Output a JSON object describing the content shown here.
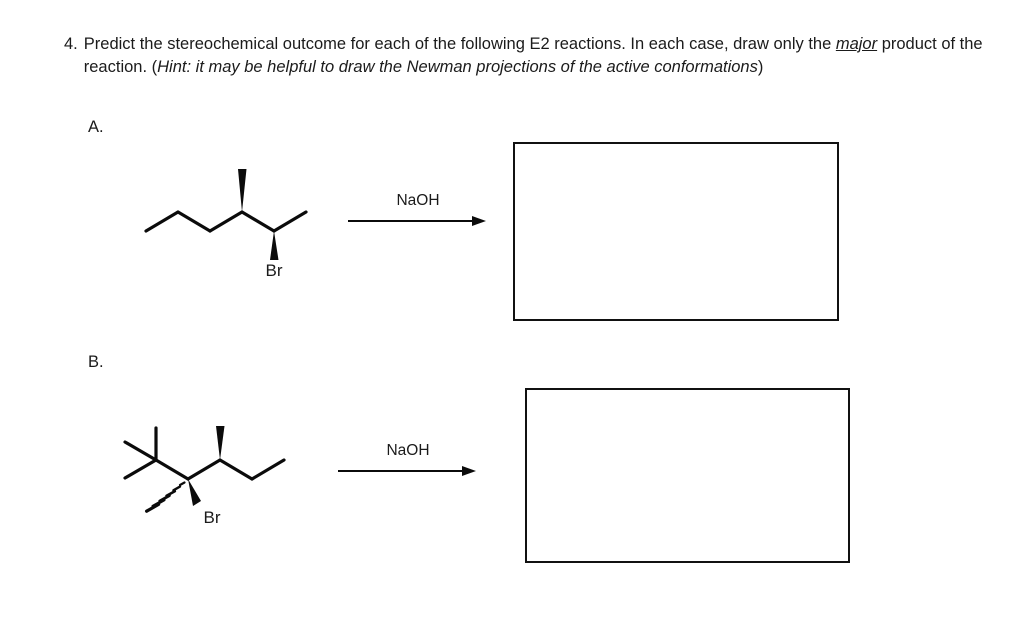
{
  "document": {
    "type": "organic-chemistry-worksheet",
    "background_color": "#ffffff",
    "ink_color": "#1b1b1b"
  },
  "question": {
    "number": "4.",
    "text_part1": "Predict the stereochemical outcome for each of the following E2 reactions. In each case, draw only the ",
    "emphasis_word": "major",
    "text_part2": " product of the reaction. (",
    "hint_text": "Hint: it may be helpful to draw the Newman projections of the active conformations",
    "text_part3": ")"
  },
  "parts": [
    {
      "label": "A.",
      "reagent": "NaOH",
      "arrow": "reaction-arrow-right",
      "structure": {
        "name": "3-methyl-2-bromohexane-wedge-drawing",
        "substituent_labels": [
          "Br"
        ],
        "methyl_wedge": "solid-wedge-up",
        "bromine_wedge": "solid-wedge-down"
      },
      "answer_box": {
        "name": "answer-box-a",
        "content": ""
      }
    },
    {
      "label": "B.",
      "reagent": "NaOH",
      "arrow": "reaction-arrow-right",
      "structure": {
        "name": "tert-butyl-bromo-methyl-hexane-wedge-drawing",
        "substituent_labels": [
          "Br"
        ],
        "methyl_hash": "hashed-wedge-down-left",
        "bromine_wedge": "solid-wedge-down-right",
        "upper_methyl_wedge": "solid-wedge-up",
        "tert_butyl": "three-methyl-branches"
      },
      "answer_box": {
        "name": "answer-box-b",
        "content": ""
      }
    }
  ]
}
